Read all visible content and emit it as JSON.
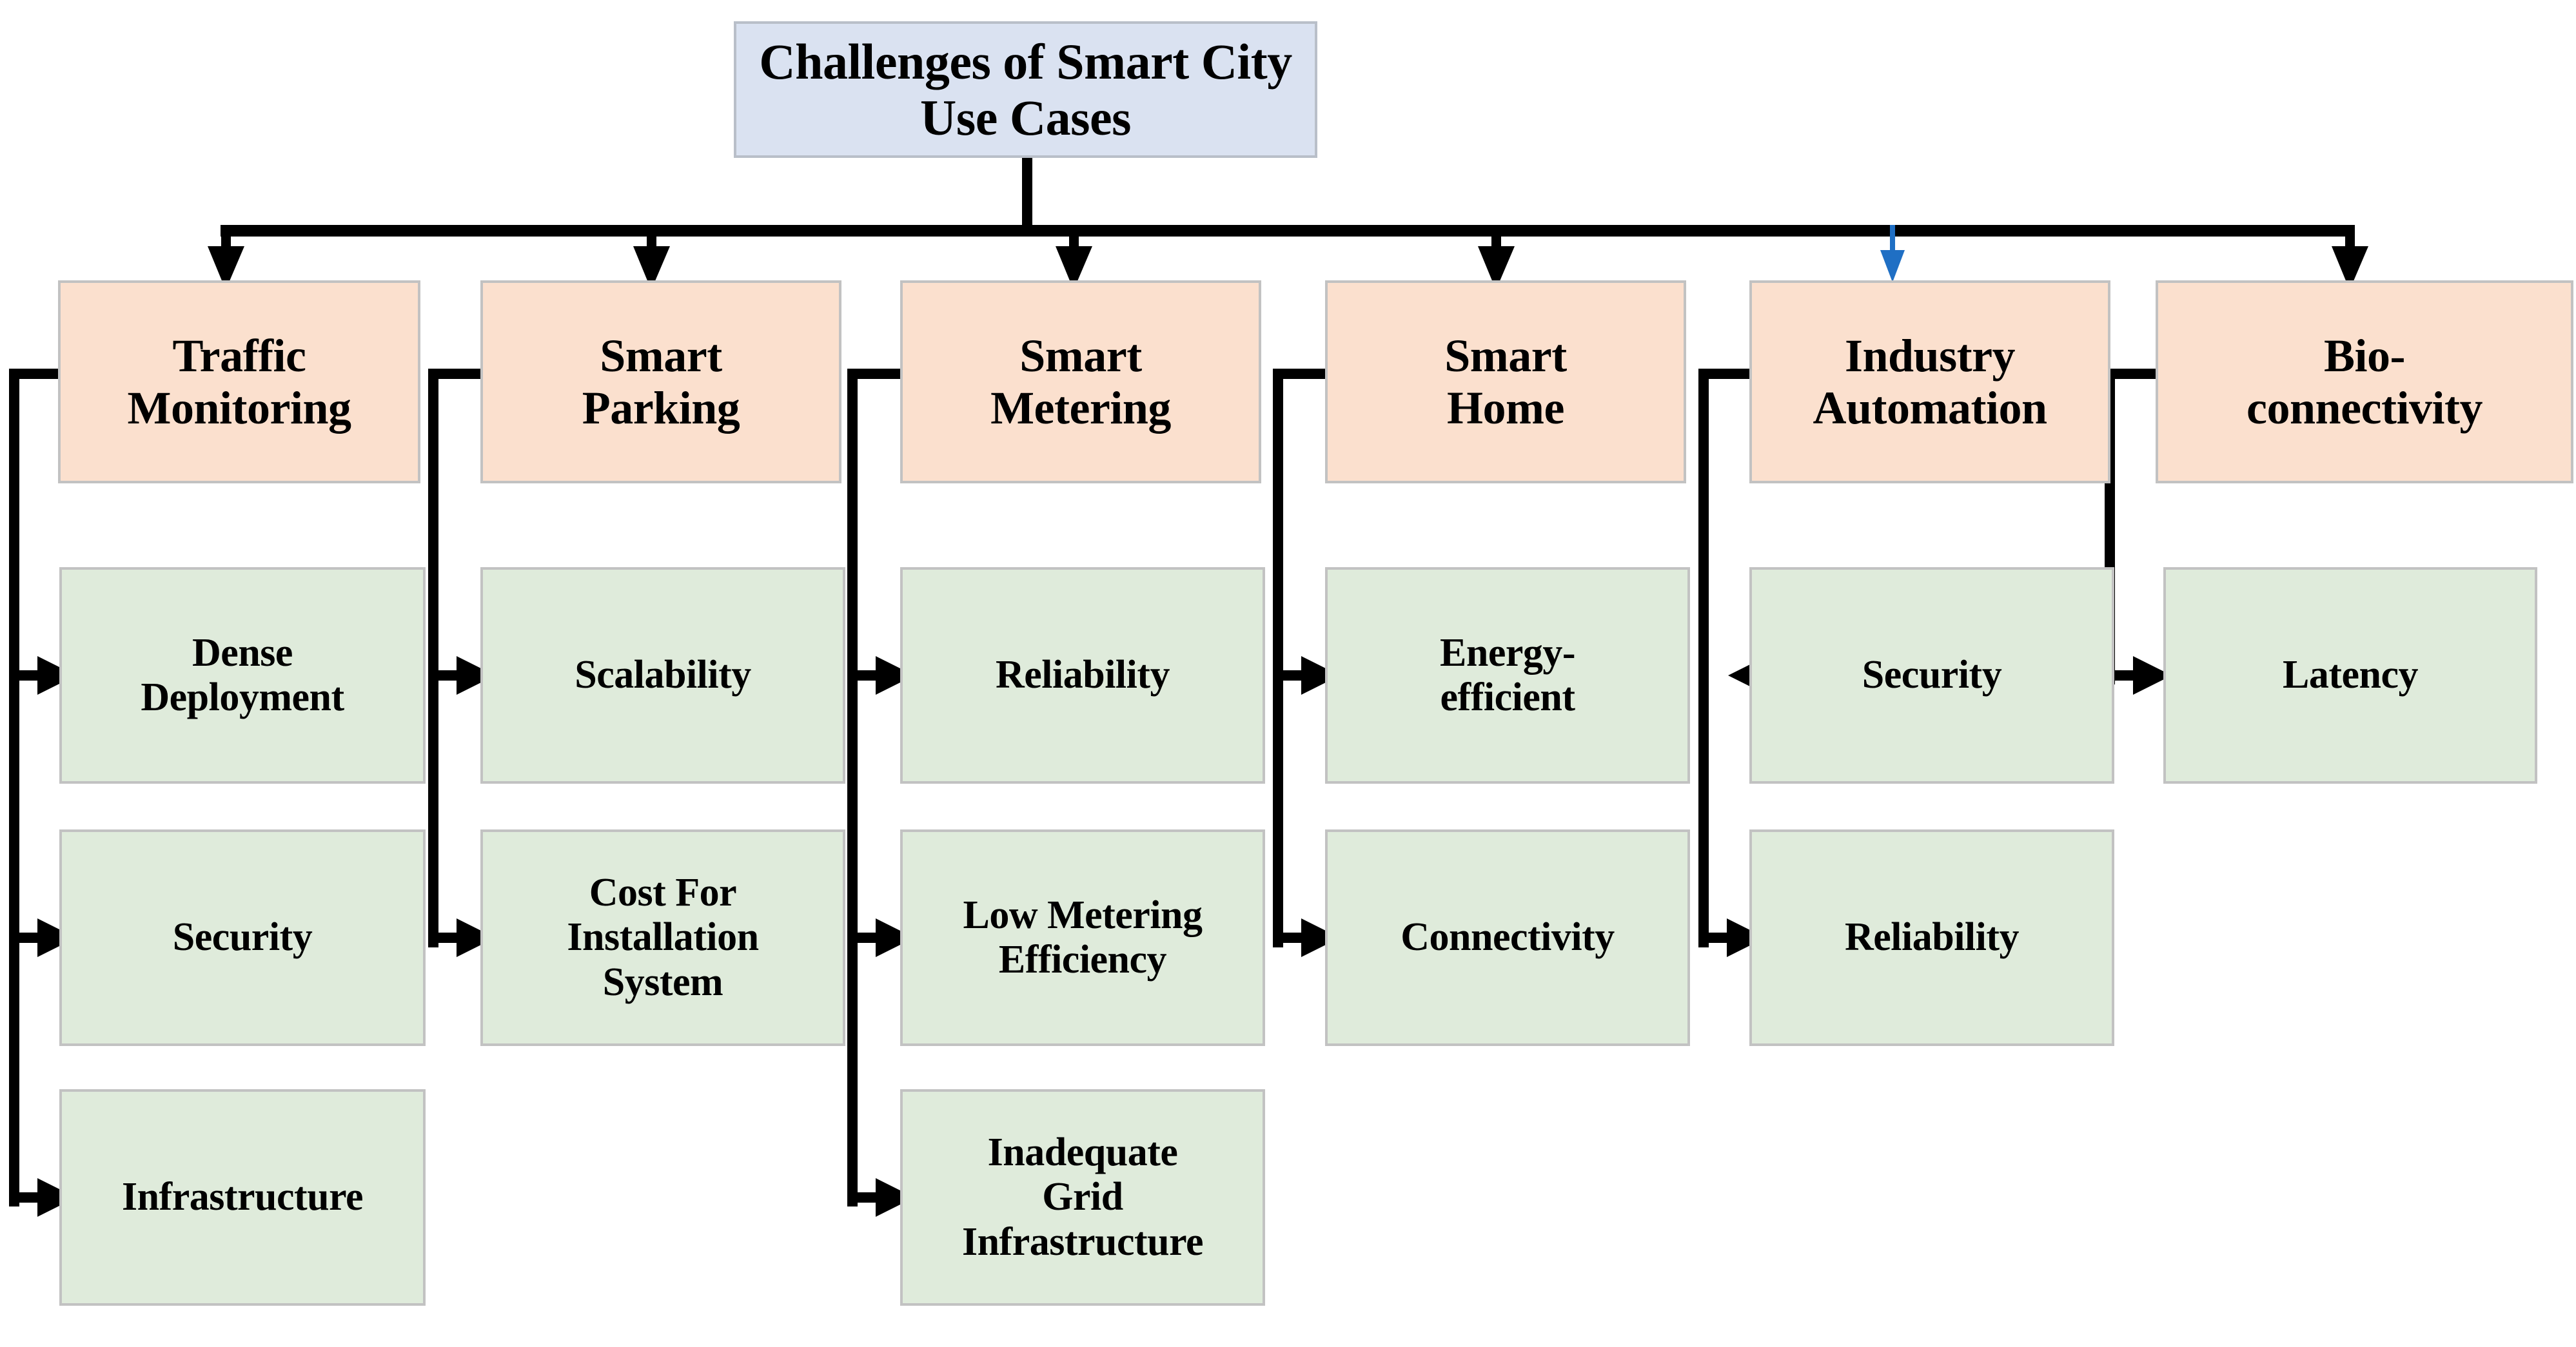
{
  "diagram": {
    "title": "Challenges of Smart City Use Cases",
    "type": "hierarchy-tree",
    "orientation": "top-down",
    "colors": {
      "root_fill": "#DAE2F1",
      "category_fill": "#FBE0CE",
      "leaf_fill": "#DFEBDB",
      "box_border": "#C2C2C2",
      "connector": "#000000",
      "connector_highlight": "#1F6FC4",
      "background": "#FFFFFF",
      "text": "#000000"
    },
    "root": {
      "label": "Challenges of Smart City Use Cases"
    },
    "branches": [
      {
        "label": "Traffic\nMonitoring",
        "arrow_color": "#000000",
        "children": [
          {
            "label": "Dense\nDeployment",
            "arrow_direction": "right"
          },
          {
            "label": "Security",
            "arrow_direction": "right"
          },
          {
            "label": "Infrastructure",
            "arrow_direction": "right"
          }
        ]
      },
      {
        "label": "Smart\nParking",
        "arrow_color": "#000000",
        "children": [
          {
            "label": "Scalability",
            "arrow_direction": "right"
          },
          {
            "label": "Cost For\nInstallation\nSystem",
            "arrow_direction": "right"
          }
        ]
      },
      {
        "label": "Smart\nMetering",
        "arrow_color": "#000000",
        "children": [
          {
            "label": "Reliability",
            "arrow_direction": "right"
          },
          {
            "label": "Low Metering\nEfficiency",
            "arrow_direction": "right"
          },
          {
            "label": "Inadequate\nGrid\nInfrastructure",
            "arrow_direction": "right"
          }
        ]
      },
      {
        "label": "Smart\nHome",
        "arrow_color": "#000000",
        "children": [
          {
            "label": "Energy-\nefficient",
            "arrow_direction": "right"
          },
          {
            "label": "Connectivity",
            "arrow_direction": "right"
          }
        ]
      },
      {
        "label": "Industry\nAutomation",
        "arrow_color": "#1F6FC4",
        "children": [
          {
            "label": "Security",
            "arrow_direction": "left"
          },
          {
            "label": "Reliability",
            "arrow_direction": "right"
          }
        ]
      },
      {
        "label": "Bio-\nconnectivity",
        "arrow_color": "#000000",
        "children": [
          {
            "label": "Latency",
            "arrow_direction": "right"
          }
        ]
      }
    ]
  }
}
